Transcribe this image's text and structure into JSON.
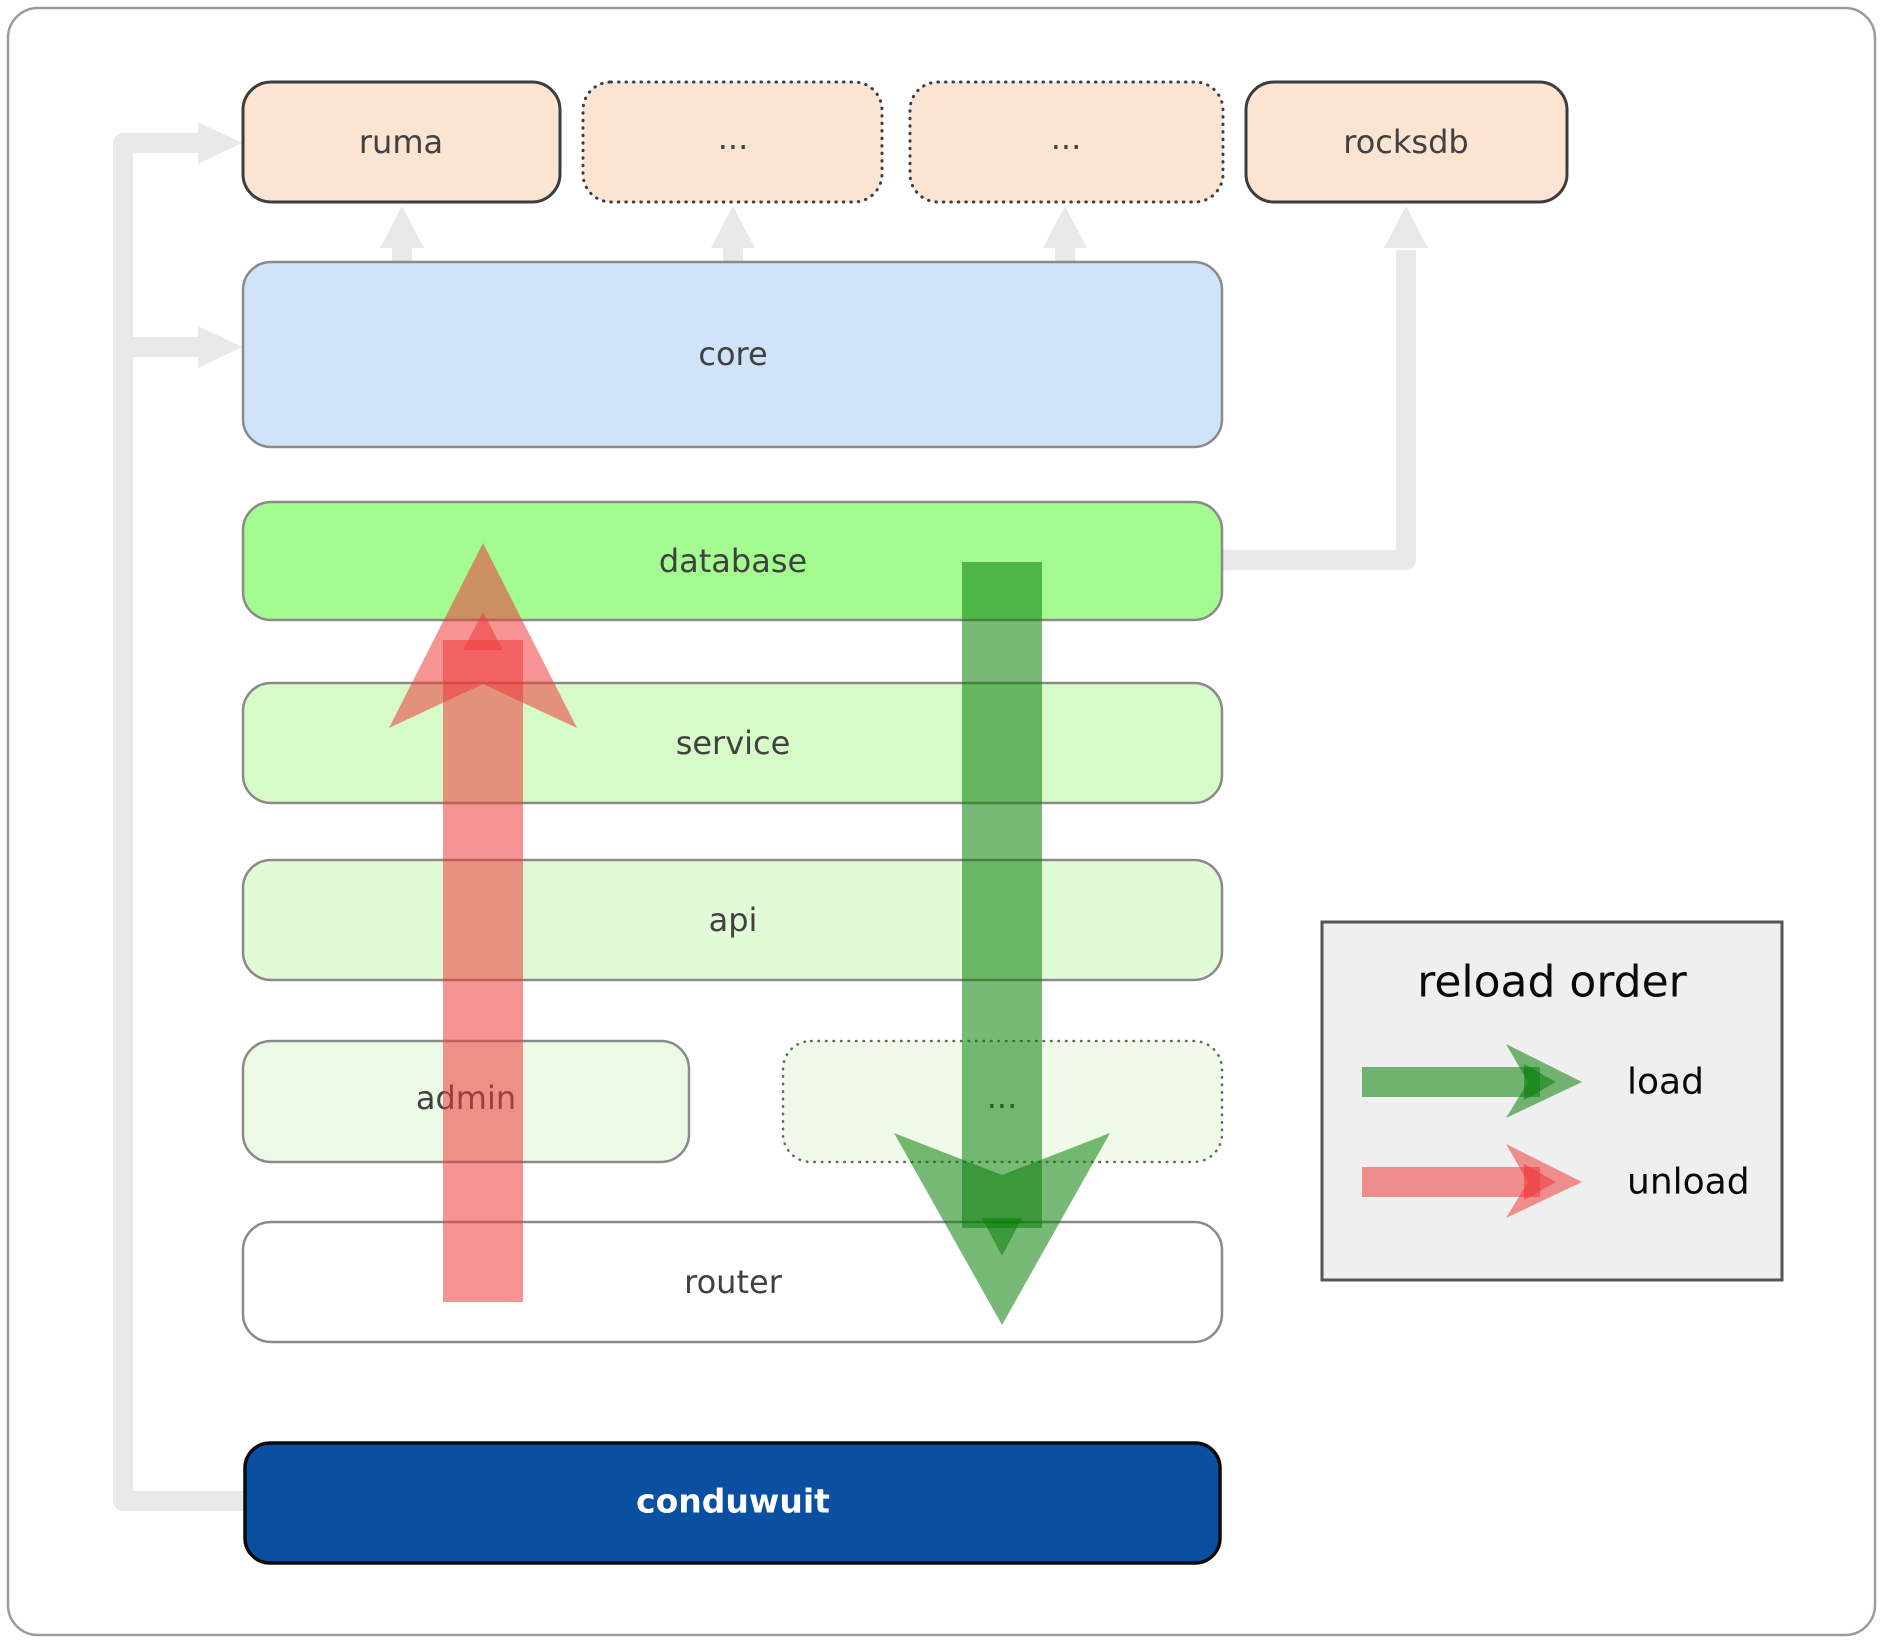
{
  "diagram": {
    "nodes": {
      "ruma": {
        "label": "ruma",
        "fill": "#fbe5d2",
        "border": "#3d3d3d",
        "border_style": "solid"
      },
      "ellipsis1": {
        "label": "...",
        "fill": "#fbe5d2",
        "border": "#3d3d3d",
        "border_style": "dotted"
      },
      "ellipsis2": {
        "label": "...",
        "fill": "#fbe5d2",
        "border": "#3d3d3d",
        "border_style": "dotted"
      },
      "rocksdb": {
        "label": "rocksdb",
        "fill": "#fbe5d2",
        "border": "#3d3d3d",
        "border_style": "solid"
      },
      "core": {
        "label": "core",
        "fill": "#d0e4f9",
        "border": "#8a8a8a",
        "border_style": "solid"
      },
      "database": {
        "label": "database",
        "fill": "#a4fb90",
        "border": "#8a8a8a",
        "border_style": "solid"
      },
      "service": {
        "label": "service",
        "fill": "#d6fbc8",
        "border": "#8a8a8a",
        "border_style": "solid"
      },
      "api": {
        "label": "api",
        "fill": "#e1fbd7",
        "border": "#8a8a8a",
        "border_style": "solid"
      },
      "admin": {
        "label": "admin",
        "fill": "#ecfae5",
        "border": "#8a8a8a",
        "border_style": "solid"
      },
      "ellipsis3": {
        "label": "...",
        "fill": "#effae9",
        "border": "#666666",
        "border_style": "dotted"
      },
      "router": {
        "label": "router",
        "fill": "#ffffff",
        "border": "#8a8a8a",
        "border_style": "solid"
      },
      "conduwuit": {
        "label": "conduwuit",
        "fill": "#0a4fa0",
        "border": "#0a0a0a",
        "border_style": "solid",
        "text_color": "#ffffff"
      }
    },
    "arrows": {
      "load_color": "#0a800a",
      "unload_color": "#ef3b3b",
      "opacity": "0.55",
      "connector_color": "#e9e9e9"
    },
    "legend": {
      "title": "reload order",
      "bg": "#efefef",
      "border": "#555555",
      "items": [
        {
          "label": "load",
          "color": "#0a800a"
        },
        {
          "label": "unload",
          "color": "#ef3b3b"
        }
      ]
    }
  }
}
